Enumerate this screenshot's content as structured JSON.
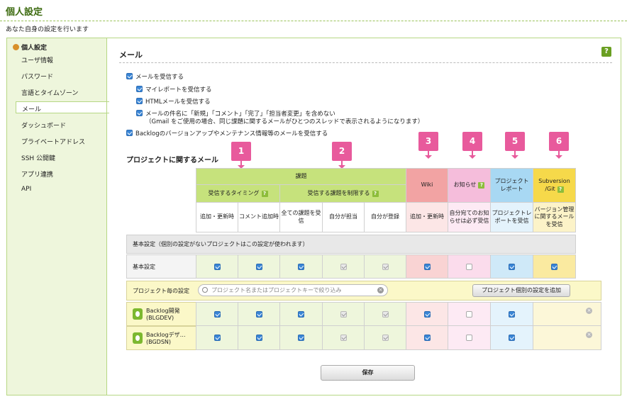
{
  "header": {
    "title": "個人設定",
    "subtitle": "あなた自身の設定を行います"
  },
  "sidebar": {
    "heading": "個人設定",
    "items": [
      "ユーザ情報",
      "パスワード",
      "言語とタイムゾーン",
      "メール",
      "ダッシュボード",
      "プライベートアドレス",
      "SSH 公開鍵",
      "アプリ連携",
      "API"
    ]
  },
  "main": {
    "title": "メール",
    "help": "?"
  },
  "options": {
    "receive": "メールを受信する",
    "myreport": "マイレポートを受信する",
    "html": "HTMLメールを受信する",
    "subject_line1": "メールの件名に「新規」「コメント」「完了」「担当者変更」を含めない",
    "subject_line2": "（Gmail をご使用の場合、同じ課題に関するメールがひとつのスレッドで表示されるようになります）",
    "backlog": "Backlogのバージョンアップやメンテナンス情報等のメールを受信する"
  },
  "project_title": "プロジェクトに関するメール",
  "badges": [
    "1",
    "2",
    "3",
    "4",
    "5",
    "6"
  ],
  "table": {
    "group_issue": "課題",
    "timing": "受信するタイミング",
    "limit": "受信する課題を制限する",
    "wiki": "Wiki",
    "notice": "お知らせ",
    "report_1": "プロジェクト",
    "report_2": "レポート",
    "svn_1": "Subversion",
    "svn_2": "/Git",
    "sub": [
      "追加・更新時",
      "コメント追加時",
      "全ての課題を受信",
      "自分が担当",
      "自分が登録",
      "追加・更新時",
      "自分宛てのお知らせは必ず受信",
      "プロジェクトレポートを受信",
      "バージョン管理に関するメールを受信"
    ],
    "basic_section": "基本設定（個別の設定がないプロジェクトはこの設定が使われます）",
    "basic_row": "基本設定",
    "per_project": "プロジェクト毎の設定",
    "search_placeholder": "プロジェクト名またはプロジェクトキーで絞り込み",
    "add_button": "プロジェクト個別の設定を追加",
    "projects": [
      {
        "name": "Backlog開発",
        "key": "(BLGDEV)"
      },
      {
        "name": "Backlogデザ…",
        "key": "(BGDSN)"
      }
    ]
  },
  "save": "保存",
  "colors": {
    "green": "#c6e27c",
    "wiki": "#f2a3a3",
    "notice": "#f5bddb",
    "report": "#a8d8f3",
    "svn": "#f6d94a"
  }
}
